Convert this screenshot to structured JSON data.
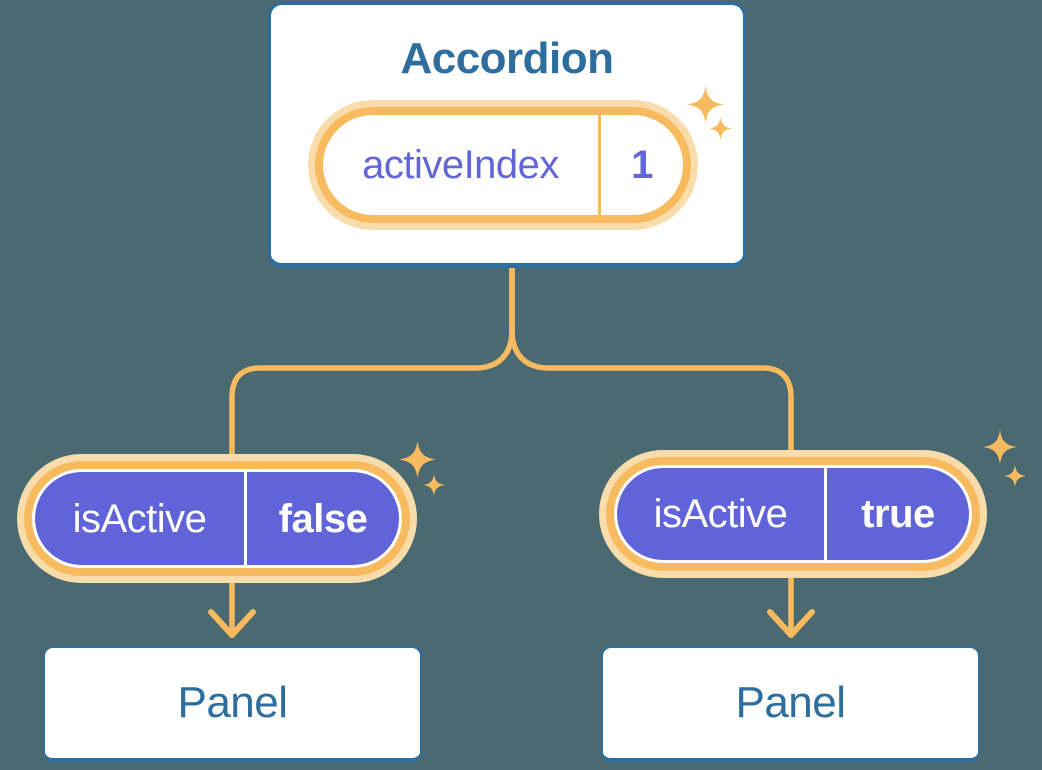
{
  "canvas": {
    "background": "#4b6971"
  },
  "palette": {
    "connector_orange": "#f8ba5e",
    "pill_halo_orange": "#f9dcab",
    "pill_purple": "#6064d8",
    "purple_text": "#6366d9",
    "node_blue": "#2d6e9e",
    "white": "#ffffff"
  },
  "root_node": {
    "title": "Accordion",
    "state_pill": {
      "label": "activeIndex",
      "value": "1"
    }
  },
  "prop_pills": [
    {
      "label": "isActive",
      "value": "false"
    },
    {
      "label": "isActive",
      "value": "true"
    }
  ],
  "child_nodes": [
    {
      "title": "Panel"
    },
    {
      "title": "Panel"
    }
  ]
}
